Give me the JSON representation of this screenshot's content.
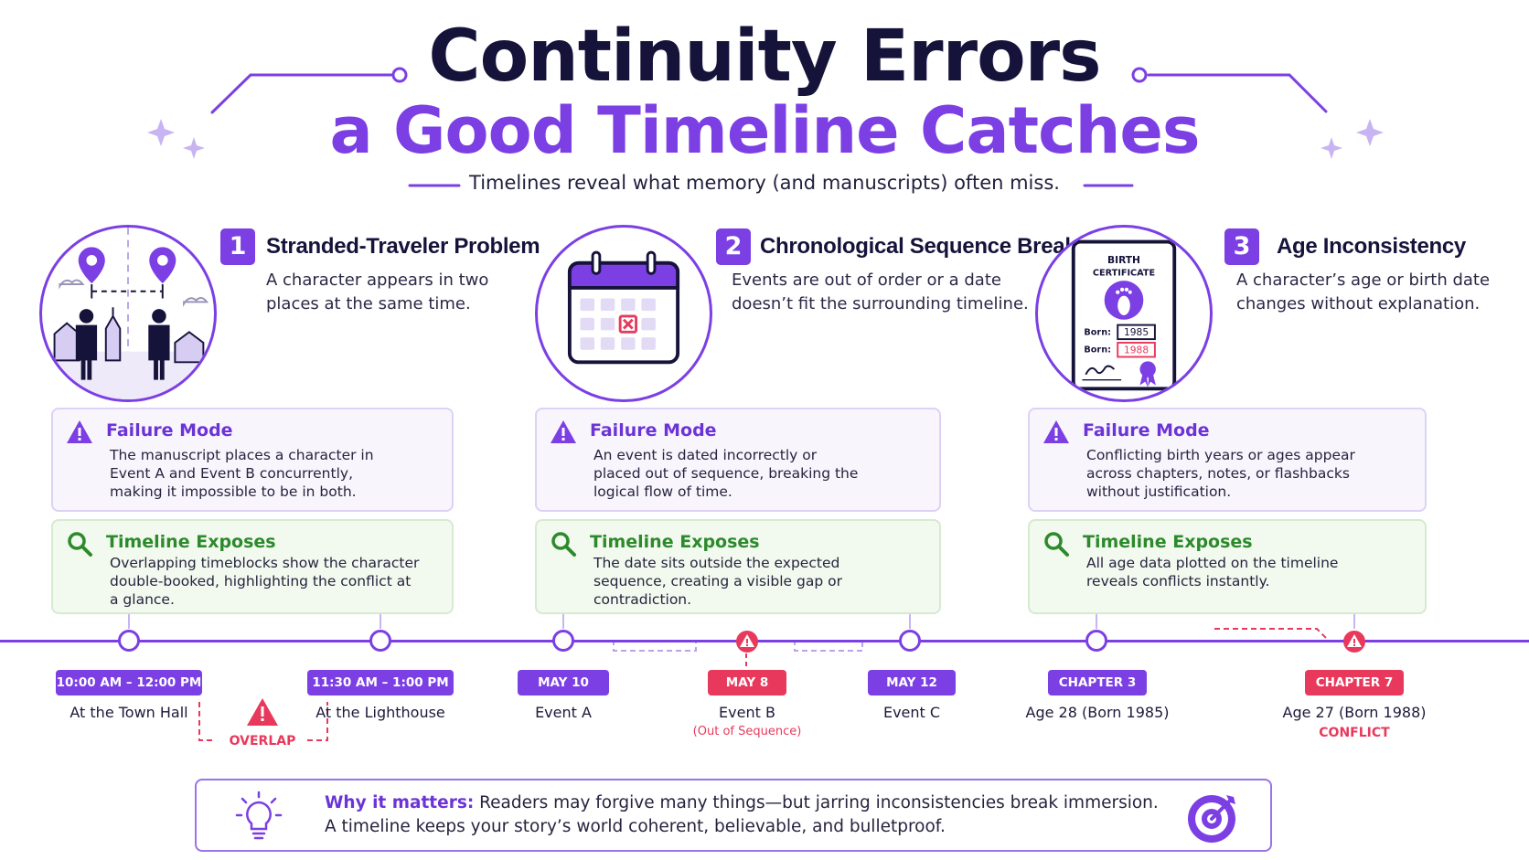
{
  "header": {
    "title_line1": "Continuity Errors",
    "title_line2": "a Good Timeline Catches",
    "subtitle": "Timelines reveal what memory (and manuscripts) often miss."
  },
  "sections": [
    {
      "number": "1",
      "title": "Stranded-Traveler Problem",
      "description": "A character appears in two places at the same time.",
      "failure_mode": {
        "title": "Failure Mode",
        "text": "The manuscript places a character in Event A and Event B concurrently, making it impossible to be in both."
      },
      "timeline_exposes": {
        "title": "Timeline Exposes",
        "text": "Overlapping timeblocks show the character double-booked, highlighting the conflict at a glance."
      }
    },
    {
      "number": "2",
      "title": "Chronological Sequence Break",
      "description": "Events are out of order or a date doesn’t fit the surrounding timeline.",
      "failure_mode": {
        "title": "Failure Mode",
        "text": "An event is dated incorrectly or placed out of sequence, breaking the logical flow of time."
      },
      "timeline_exposes": {
        "title": "Timeline Exposes",
        "text": "The date sits outside the expected sequence, creating a visible gap or contradiction."
      }
    },
    {
      "number": "3",
      "title": "Age Inconsistency",
      "description": "A character’s age or birth date changes without explanation.",
      "failure_mode": {
        "title": "Failure Mode",
        "text": "Conflicting birth years or ages appear across chapters, notes, or flashbacks without justification."
      },
      "timeline_exposes": {
        "title": "Timeline Exposes",
        "text": "All age data plotted on the timeline reveals conflicts instantly."
      }
    }
  ],
  "certificate": {
    "heading": "BIRTH CERTIFICATE",
    "born_label": "Born:",
    "born_1": "1985",
    "born_2": "1988"
  },
  "timeline": {
    "events": [
      {
        "pill": "10:00 AM – 12:00 PM",
        "label": "At the Town Hall"
      },
      {
        "pill": "11:30 AM – 1:00 PM",
        "label": "At the Lighthouse"
      },
      {
        "pill": "MAY 10",
        "label": "Event A"
      },
      {
        "pill": "MAY 8",
        "label": "Event B",
        "sub": "(Out of Sequence)"
      },
      {
        "pill": "MAY 12",
        "label": "Event C"
      },
      {
        "pill": "CHAPTER 3",
        "label": "Age 28 (Born 1985)"
      },
      {
        "pill": "CHAPTER 7",
        "label": "Age 27 (Born 1988)",
        "flag": "CONFLICT"
      }
    ],
    "overlap_label": "OVERLAP"
  },
  "footer": {
    "lead": "Why it matters:",
    "line1": " Readers may forgive many things—but jarring inconsistencies break immersion.",
    "line2": "A timeline keeps your story’s world coherent, believable, and bulletproof."
  },
  "colors": {
    "accent": "#7b3fe4",
    "dark": "#16133b",
    "alert": "#e8395c",
    "success": "#2c8a2c"
  }
}
